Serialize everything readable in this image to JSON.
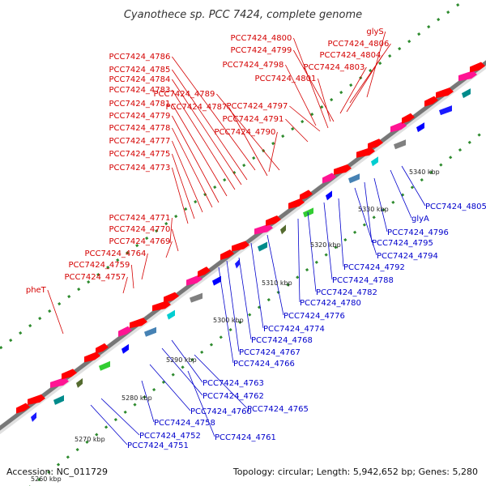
{
  "title": "Cyanothece sp. PCC 7424, complete genome",
  "footer": {
    "accession": "Accession: NC_011729",
    "summary": "Topology: circular; Length: 5,942,652 bp; Genes: 5,280"
  },
  "colors": {
    "forward_gene": "#ff0000",
    "reverse_gene": "#0000ff",
    "label_forward": "#d40000",
    "label_reverse": "#0000cc",
    "backbone": "#777777",
    "tick_dots": "#2e8b2e"
  },
  "scale_labels": [
    "5260 kbp",
    "5270 kbp",
    "5280 kbp",
    "5290 kbp",
    "5300 kbp",
    "5310 kbp",
    "5320 kbp",
    "5330 kbp",
    "5340 kbp"
  ],
  "forward_labels": [
    "PCC7424_4800",
    "PCC7424_4806",
    "glyS",
    "PCC7424_4799",
    "PCC7424_4804",
    "PCC7424_4798",
    "PCC7424_4803",
    "PCC7424_4801",
    "PCC7424_4786",
    "PCC7424_4785",
    "PCC7424_4784",
    "PCC7424_4783",
    "PCC7424_4789",
    "PCC7424_4781",
    "PCC7424_4787",
    "PCC7424_4797",
    "PCC7424_4779",
    "PCC7424_4791",
    "PCC7424_4778",
    "PCC7424_4790",
    "PCC7424_4777",
    "PCC7424_4775",
    "PCC7424_4773",
    "PCC7424_4771",
    "PCC7424_4770",
    "PCC7424_4769",
    "PCC7424_4764",
    "PCC7424_4759",
    "PCC7424_4757",
    "pheT"
  ],
  "reverse_labels": [
    "PCC7424_4805",
    "glyA",
    "PCC7424_4796",
    "PCC7424_4795",
    "PCC7424_4794",
    "PCC7424_4792",
    "PCC7424_4788",
    "PCC7424_4782",
    "PCC7424_4780",
    "PCC7424_4776",
    "PCC7424_4774",
    "PCC7424_4768",
    "PCC7424_4767",
    "PCC7424_4766",
    "PCC7424_4763",
    "PCC7424_4762",
    "PCC7424_4765",
    "PCC7424_4760",
    "PCC7424_4758",
    "PCC7424_4761",
    "PCC7424_4752",
    "PCC7424_4751"
  ]
}
